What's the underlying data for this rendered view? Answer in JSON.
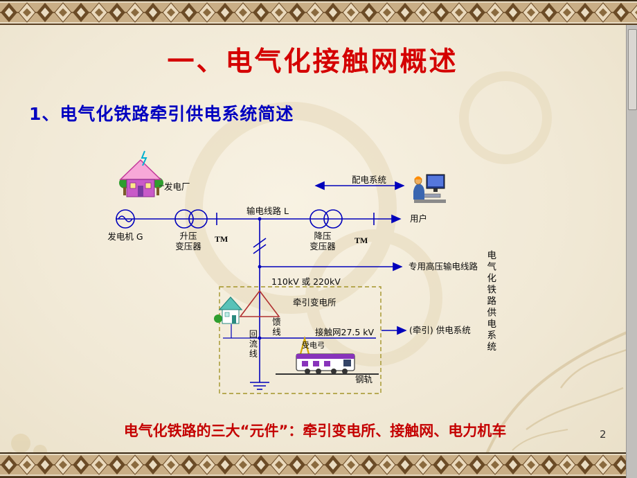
{
  "slide": {
    "title": "一、电气化接触网概述",
    "subtitle": "1、电气化铁路牵引供电系统简述",
    "footer": "电气化铁路的三大“元件”：牵引变电所、接触网、电力机车",
    "page_number": "2"
  },
  "diagram": {
    "power_plant": "发电厂",
    "generator": "发电机 G",
    "step_up_transformer": "升压\n变压器",
    "tm_left": "TM",
    "transmission_line": "输电线路 L",
    "step_down_transformer": "降压\n变压器",
    "tm_right": "TM",
    "distribution_system": "配电系统",
    "users": "用户",
    "dedicated_hv_line": "专用高压输电线路",
    "voltage_label": "110kV 或 220kV",
    "traction_substation": "牵引变电所",
    "feeder_line": "馈线",
    "contact_network": "接触网27.5 kV",
    "pantograph": "受电弓",
    "rail": "钢轨",
    "return_line": "回流线",
    "traction_supply": "(牵引) 供电系统",
    "system_vertical": "电气化铁路供电系统"
  },
  "colors": {
    "title_red": "#d40000",
    "subtitle_blue": "#0000c0",
    "footer_red": "#c40000",
    "circuit_blue": "#0000bb",
    "band_tan": "#c9ae86",
    "band_brown": "#6b4b26"
  }
}
